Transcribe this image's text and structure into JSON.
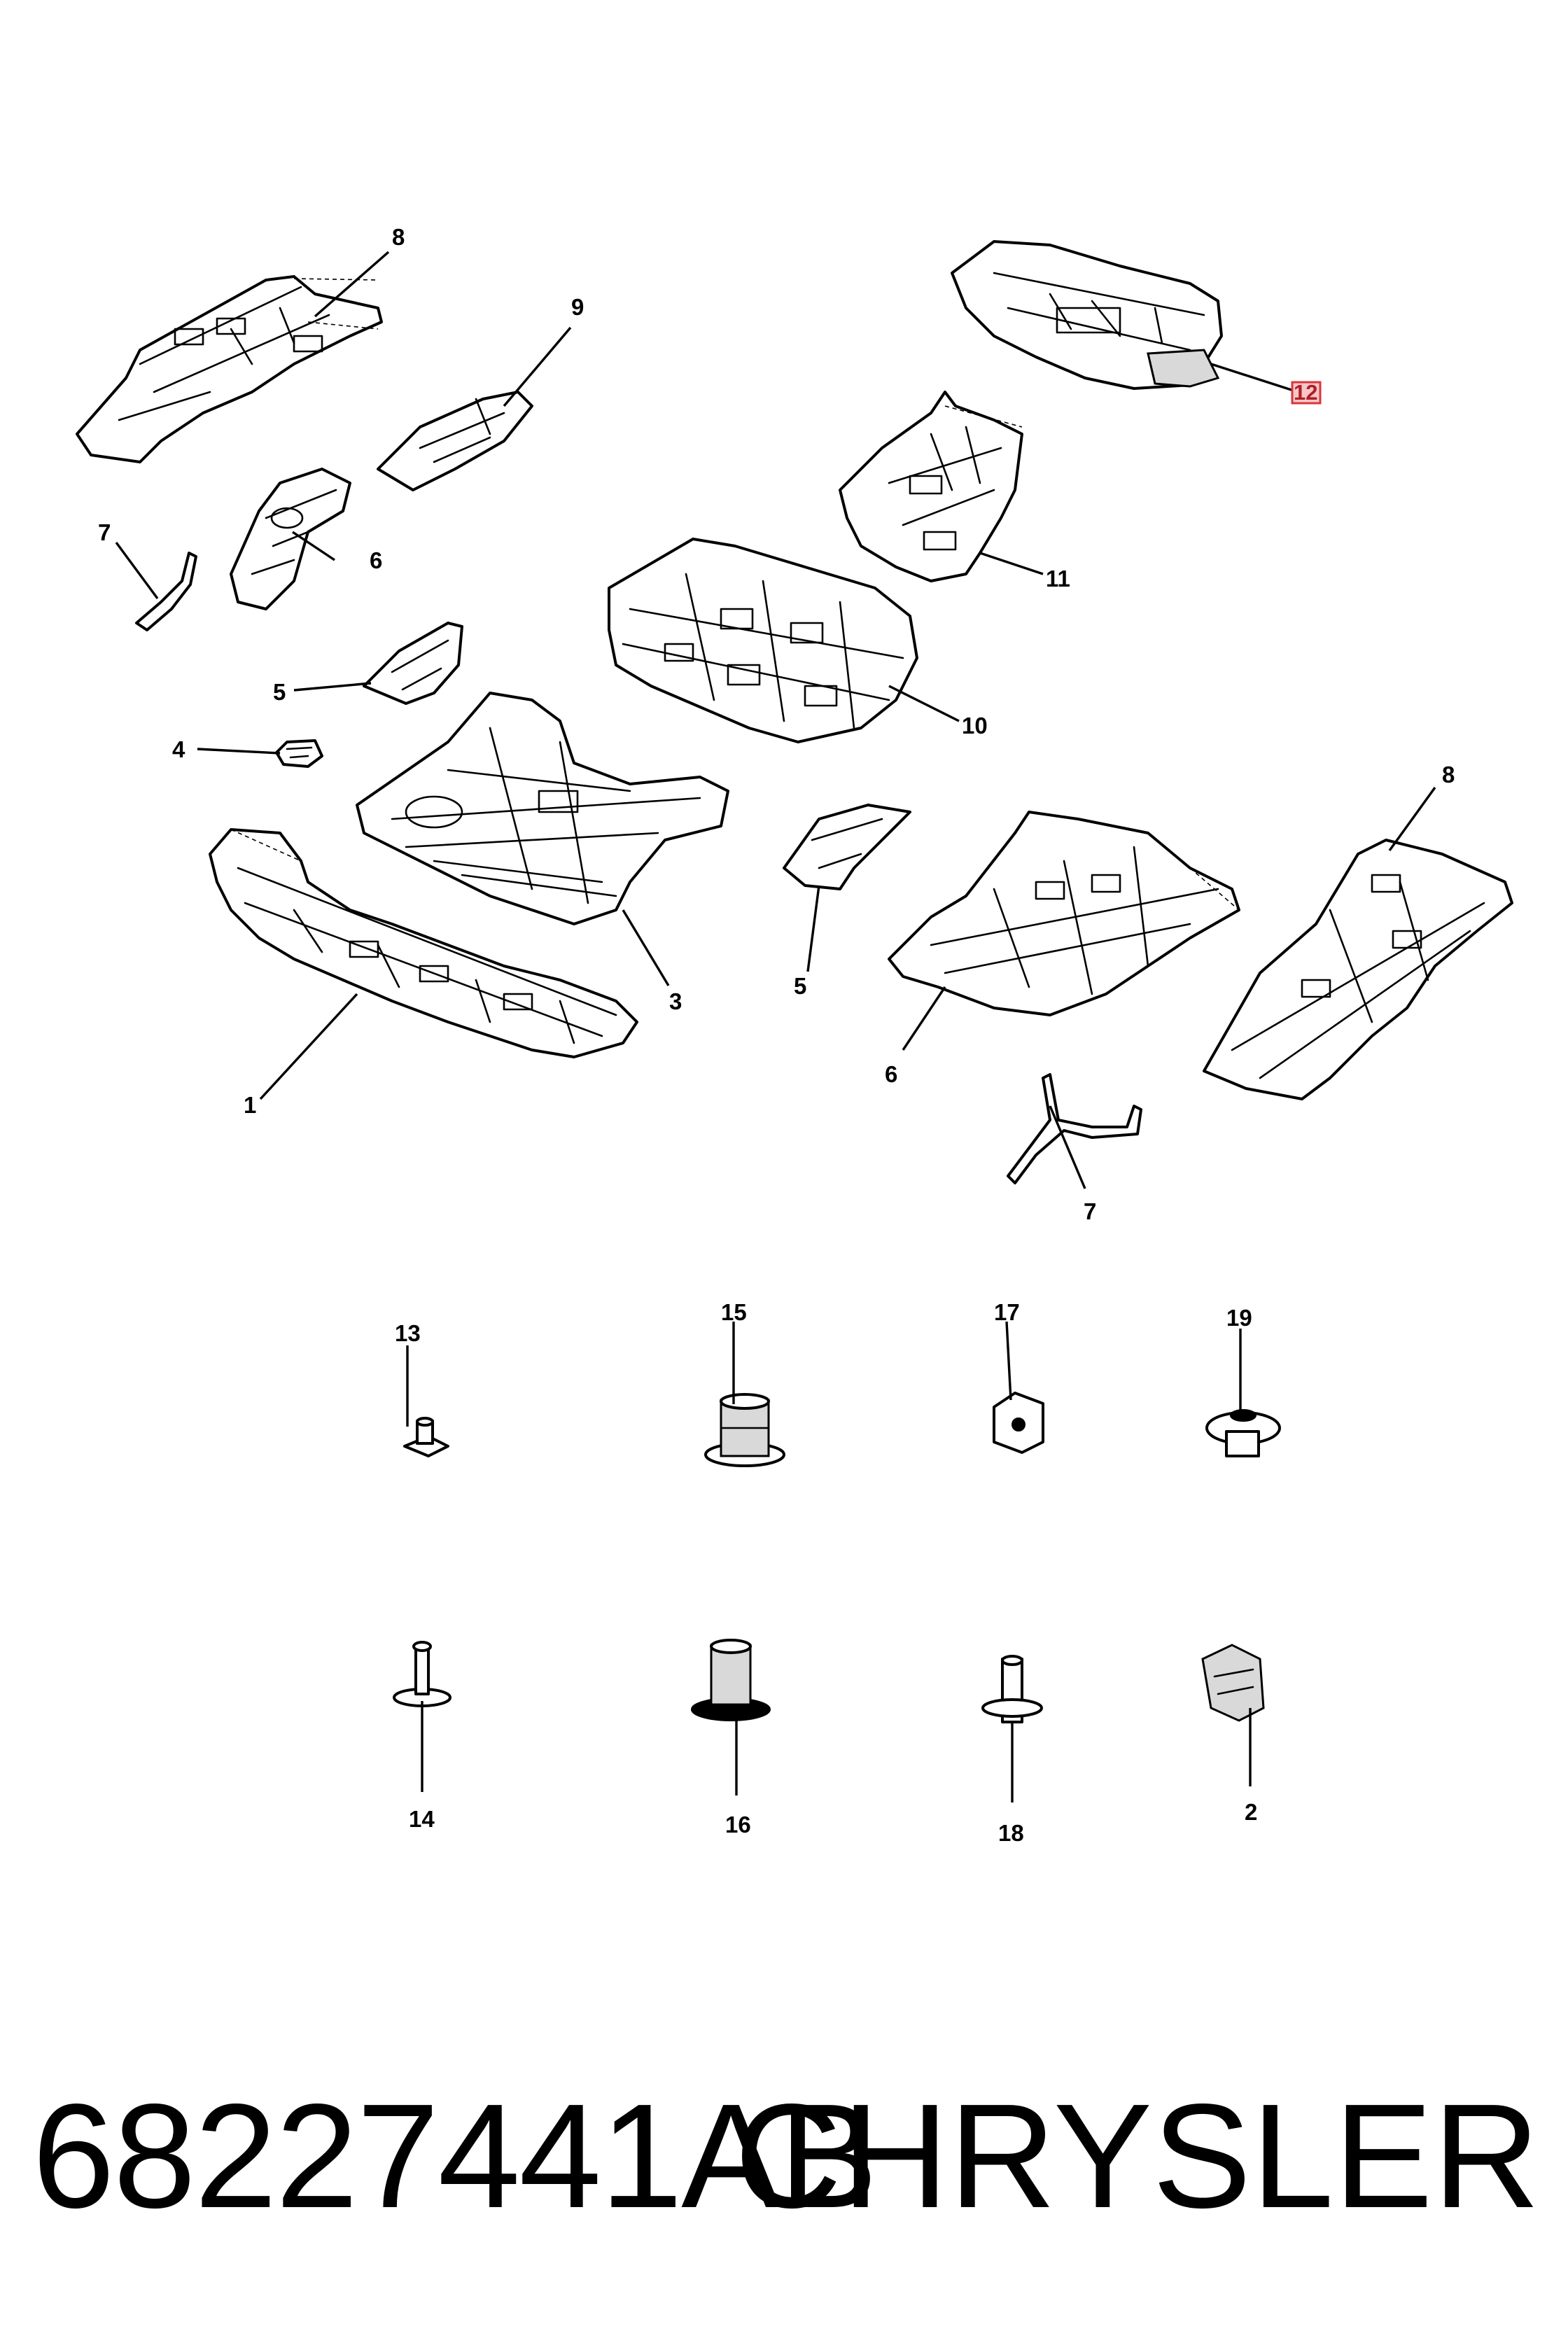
{
  "callouts": {
    "c1": "1",
    "c2": "2",
    "c3": "3",
    "c4": "4",
    "c5a": "5",
    "c5b": "5",
    "c6a": "6",
    "c6b": "6",
    "c7a": "7",
    "c7b": "7",
    "c8a": "8",
    "c8b": "8",
    "c9": "9",
    "c10": "10",
    "c11": "11",
    "c12": "12",
    "c13": "13",
    "c14": "14",
    "c15": "15",
    "c16": "16",
    "c17": "17",
    "c18": "18",
    "c19": "19"
  },
  "highlighted_callout": "12",
  "highlight_color": "#d9363e",
  "footer": {
    "part_number": "68227441AB",
    "brand": "CHRYSLER"
  }
}
